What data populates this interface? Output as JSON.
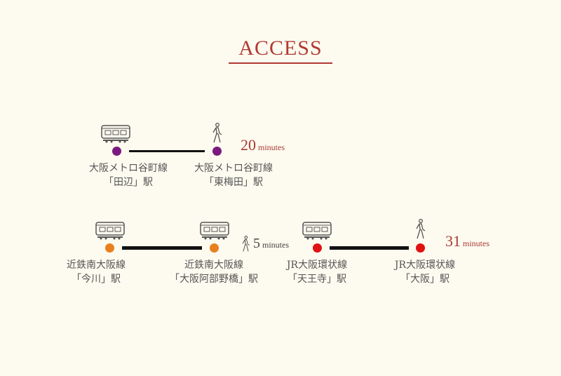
{
  "title": "ACCESS",
  "colors": {
    "accent": "#b03a32",
    "metro": "#7a1a7e",
    "kintetsu": "#e8801e",
    "jr": "#e01212"
  },
  "route1": {
    "stations": [
      {
        "line": "大阪メトロ谷町線",
        "name": "「田辺」駅"
      },
      {
        "line": "大阪メトロ谷町線",
        "name": "「東梅田」駅"
      }
    ],
    "duration": {
      "value": "20",
      "unit": "minutes"
    }
  },
  "route2": {
    "stations": [
      {
        "line": "近鉄南大阪線",
        "name": "「今川」駅"
      },
      {
        "line": "近鉄南大阪線",
        "name": "「大阪阿部野橋」駅"
      },
      {
        "line": "JR大阪環状線",
        "name": "「天王寺」駅"
      },
      {
        "line": "JR大阪環状線",
        "name": "「大阪」駅"
      }
    ],
    "transfer": {
      "value": "5",
      "unit": "minutes"
    },
    "duration": {
      "value": "31",
      "unit": "minutes"
    }
  }
}
